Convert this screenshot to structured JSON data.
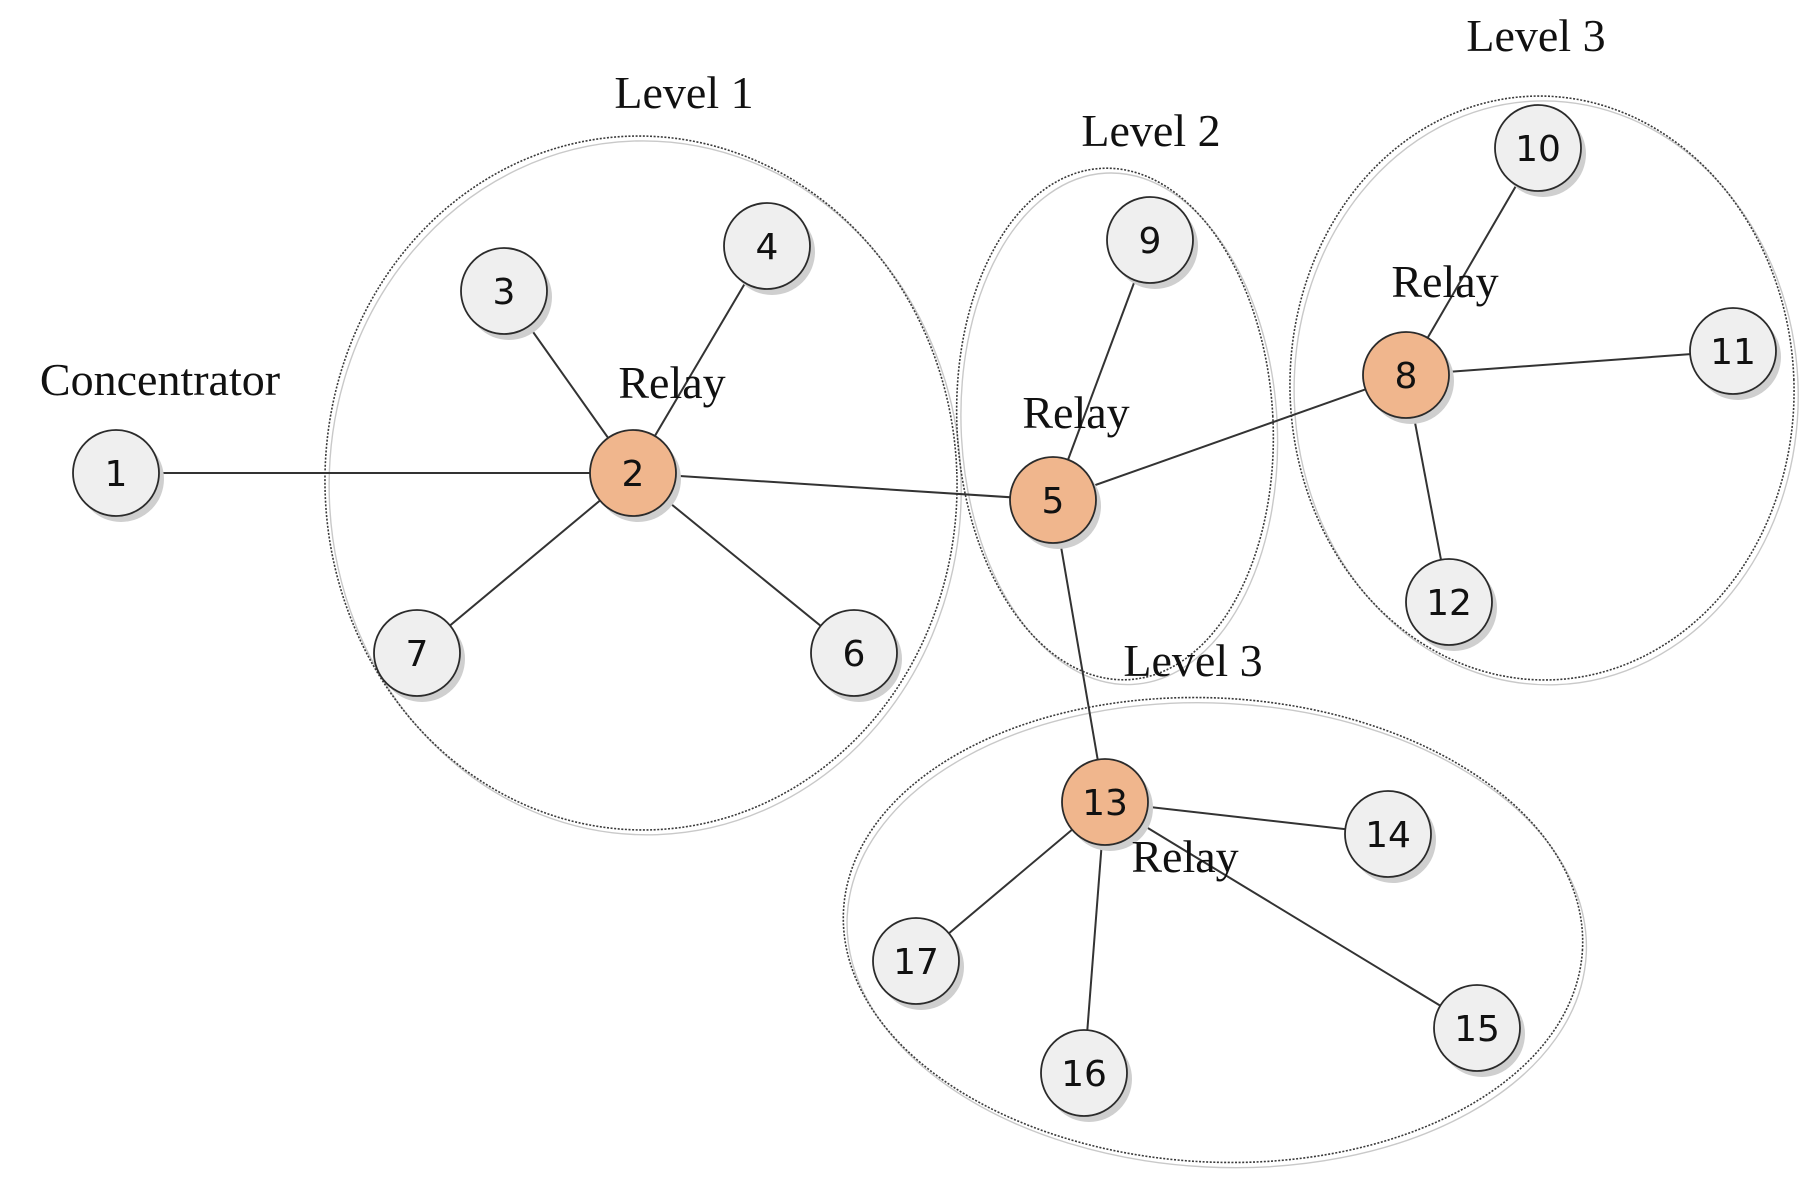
{
  "colors": {
    "background": "#ffffff",
    "relay_node": "#f0b68d",
    "regular_node": "#efefef",
    "line": "#333333"
  },
  "labels": [
    {
      "id": "concentrator",
      "text": "Concentrator"
    },
    {
      "id": "level-1",
      "text": "Level 1"
    },
    {
      "id": "level-2",
      "text": "Level 2"
    },
    {
      "id": "level-3-upper",
      "text": "Level 3"
    },
    {
      "id": "level-3-lower",
      "text": "Level 3"
    },
    {
      "id": "relay-2",
      "text": "Relay"
    },
    {
      "id": "relay-5",
      "text": "Relay"
    },
    {
      "id": "relay-8",
      "text": "Relay"
    },
    {
      "id": "relay-13",
      "text": "Relay"
    }
  ],
  "nodes": [
    {
      "id": "1",
      "label": "1",
      "relay": false
    },
    {
      "id": "2",
      "label": "2",
      "relay": true
    },
    {
      "id": "3",
      "label": "3",
      "relay": false
    },
    {
      "id": "4",
      "label": "4",
      "relay": false
    },
    {
      "id": "5",
      "label": "5",
      "relay": true
    },
    {
      "id": "6",
      "label": "6",
      "relay": false
    },
    {
      "id": "7",
      "label": "7",
      "relay": false
    },
    {
      "id": "8",
      "label": "8",
      "relay": true
    },
    {
      "id": "9",
      "label": "9",
      "relay": false
    },
    {
      "id": "10",
      "label": "10",
      "relay": false
    },
    {
      "id": "11",
      "label": "11",
      "relay": false
    },
    {
      "id": "12",
      "label": "12",
      "relay": false
    },
    {
      "id": "13",
      "label": "13",
      "relay": true
    },
    {
      "id": "14",
      "label": "14",
      "relay": false
    },
    {
      "id": "15",
      "label": "15",
      "relay": false
    },
    {
      "id": "16",
      "label": "16",
      "relay": false
    },
    {
      "id": "17",
      "label": "17",
      "relay": false
    }
  ],
  "edges": [
    [
      "1",
      "2"
    ],
    [
      "2",
      "3"
    ],
    [
      "2",
      "4"
    ],
    [
      "2",
      "6"
    ],
    [
      "2",
      "7"
    ],
    [
      "2",
      "5"
    ],
    [
      "5",
      "9"
    ],
    [
      "5",
      "8"
    ],
    [
      "5",
      "13"
    ],
    [
      "8",
      "10"
    ],
    [
      "8",
      "11"
    ],
    [
      "8",
      "12"
    ],
    [
      "13",
      "14"
    ],
    [
      "13",
      "15"
    ],
    [
      "13",
      "16"
    ],
    [
      "13",
      "17"
    ]
  ]
}
